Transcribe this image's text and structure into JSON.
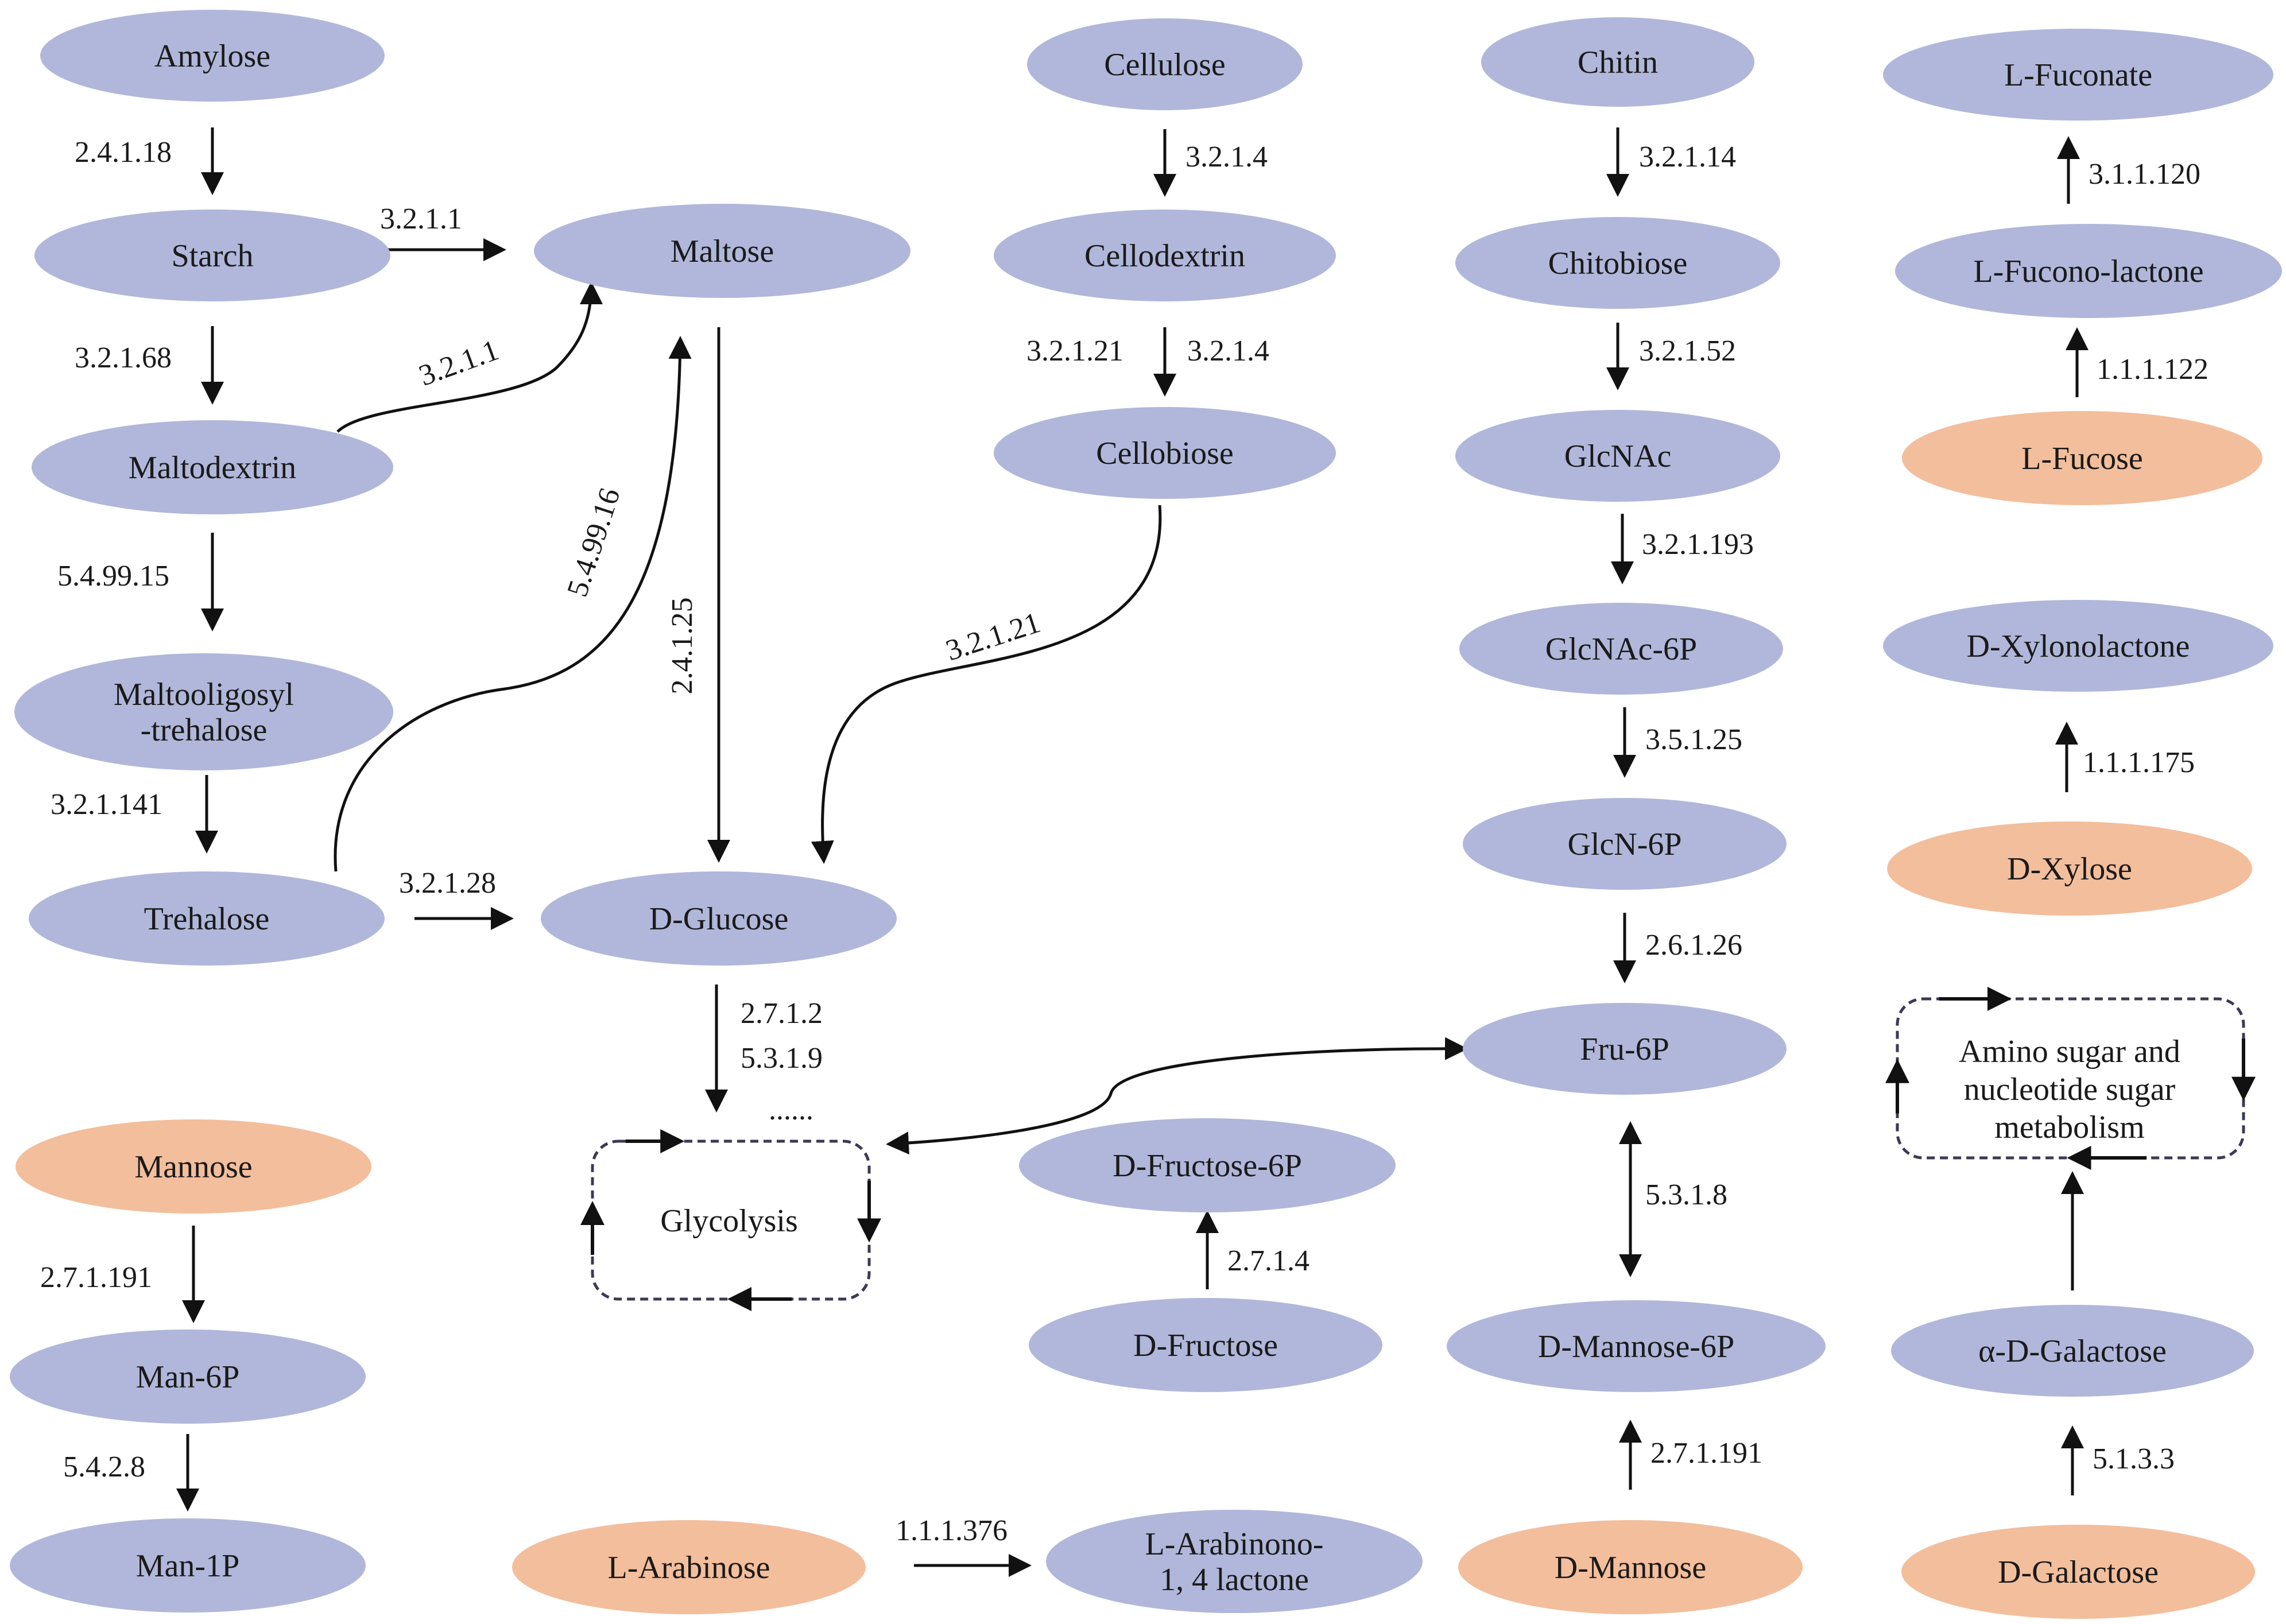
{
  "colors": {
    "node_blue": "#b0b7da",
    "node_orange": "#f3be9c",
    "arrow": "#111111",
    "cycle_border": "#3a3a55"
  },
  "nodes": {
    "amylose": {
      "label": "Amylose",
      "type": "blue"
    },
    "starch": {
      "label": "Starch",
      "type": "blue"
    },
    "maltodextrin": {
      "label": "Maltodextrin",
      "type": "blue"
    },
    "maltooligosyl": {
      "label": [
        "Maltooligosyl",
        "-trehalose"
      ],
      "type": "blue"
    },
    "trehalose": {
      "label": "Trehalose",
      "type": "blue"
    },
    "maltose": {
      "label": "Maltose",
      "type": "blue"
    },
    "dglucose": {
      "label": "D-Glucose",
      "type": "blue"
    },
    "cellulose": {
      "label": "Cellulose",
      "type": "blue"
    },
    "cellodextrin": {
      "label": "Cellodextrin",
      "type": "blue"
    },
    "cellobiose": {
      "label": "Cellobiose",
      "type": "blue"
    },
    "chitin": {
      "label": "Chitin",
      "type": "blue"
    },
    "chitobiose": {
      "label": "Chitobiose",
      "type": "blue"
    },
    "glcnac": {
      "label": "GlcNAc",
      "type": "blue"
    },
    "glcnac6p": {
      "label": "GlcNAc-6P",
      "type": "blue"
    },
    "glcn6p": {
      "label": "GlcN-6P",
      "type": "blue"
    },
    "fru6p": {
      "label": "Fru-6P",
      "type": "blue"
    },
    "dmannose6p": {
      "label": "D-Mannose-6P",
      "type": "blue"
    },
    "dmannose": {
      "label": "D-Mannose",
      "type": "orange"
    },
    "lfuconate": {
      "label": "L-Fuconate",
      "type": "blue"
    },
    "lfuconolactone": {
      "label": "L-Fucono-lactone",
      "type": "blue"
    },
    "lfucose": {
      "label": "L-Fucose",
      "type": "orange"
    },
    "dxylonolactone": {
      "label": "D-Xylonolactone",
      "type": "blue"
    },
    "dxylose": {
      "label": "D-Xylose",
      "type": "orange"
    },
    "agalactose": {
      "label": "α-D-Galactose",
      "type": "blue"
    },
    "dgalactose": {
      "label": "D-Galactose",
      "type": "orange"
    },
    "mannose": {
      "label": "Mannose",
      "type": "orange"
    },
    "man6p": {
      "label": "Man-6P",
      "type": "blue"
    },
    "man1p": {
      "label": "Man-1P",
      "type": "blue"
    },
    "dfructose6p": {
      "label": "D-Fructose-6P",
      "type": "blue"
    },
    "dfructose": {
      "label": "D-Fructose",
      "type": "blue"
    },
    "larabinose": {
      "label": "L-Arabinose",
      "type": "orange"
    },
    "larabinono": {
      "label": [
        "L-Arabinono-",
        "1, 4 lactone"
      ],
      "type": "blue"
    }
  },
  "enzymes": {
    "e_2_4_1_18": "2.4.1.18",
    "e_3_2_1_68": "3.2.1.68",
    "e_5_4_99_15": "5.4.99.15",
    "e_3_2_1_141": "3.2.1.141",
    "e_3_2_1_1_a": "3.2.1.1",
    "e_3_2_1_1_b": "3.2.1.1",
    "e_5_4_99_16": "5.4.99.16",
    "e_3_2_1_28": "3.2.1.28",
    "e_2_4_1_25": "2.4.1.25",
    "e_3_2_1_4_a": "3.2.1.4",
    "e_3_2_1_21_a": "3.2.1.21",
    "e_3_2_1_4_b": "3.2.1.4",
    "e_3_2_1_21_b": "3.2.1.21",
    "e_2_7_1_2": "2.7.1.2",
    "e_5_3_1_9": "5.3.1.9",
    "e_dots": "......",
    "e_3_2_1_14": "3.2.1.14",
    "e_3_2_1_52": "3.2.1.52",
    "e_3_2_1_193": "3.2.1.193",
    "e_3_5_1_25": "3.5.1.25",
    "e_2_6_1_26": "2.6.1.26",
    "e_5_3_1_8": "5.3.1.8",
    "e_2_7_1_191_a": "2.7.1.191",
    "e_3_1_1_120": "3.1.1.120",
    "e_1_1_1_122": "1.1.1.122",
    "e_1_1_1_175": "1.1.1.175",
    "e_5_1_3_3": "5.1.3.3",
    "e_2_7_1_191_b": "2.7.1.191",
    "e_5_4_2_8": "5.4.2.8",
    "e_2_7_1_4": "2.7.1.4",
    "e_1_1_1_376": "1.1.1.376"
  },
  "boxes": {
    "glycolysis": {
      "label": [
        "Glycolysis"
      ]
    },
    "amino_sugar": {
      "label": [
        "Amino sugar and",
        "nucleotide sugar",
        "metabolism"
      ]
    }
  }
}
